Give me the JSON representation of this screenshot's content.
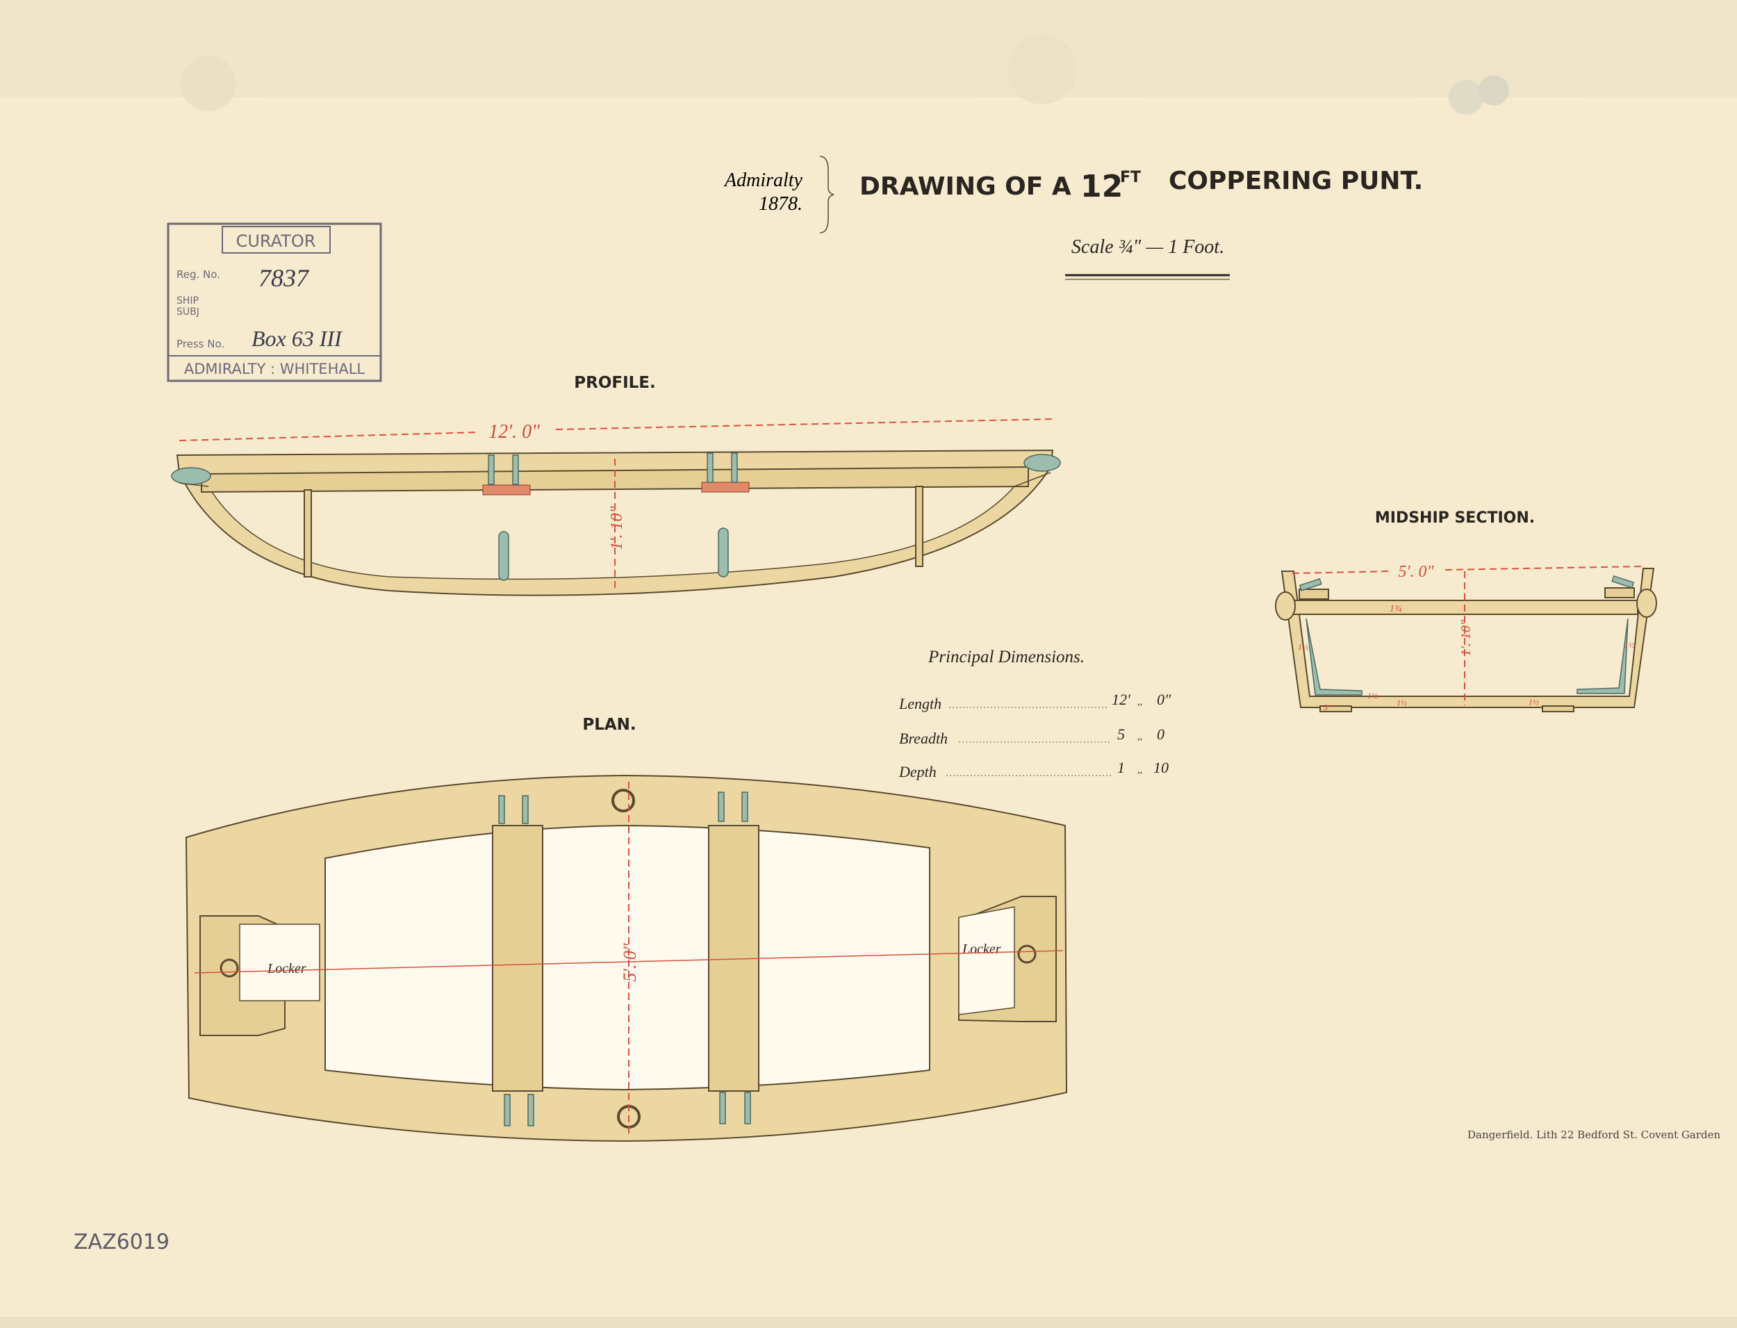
{
  "header": {
    "authority": "Admiralty",
    "year": "1878.",
    "title_prefix": "DRAWING OF A",
    "title_size": "12",
    "title_unit": "FT",
    "title_suffix": "COPPERING PUNT.",
    "scale": "Scale ¾\" — 1 Foot."
  },
  "stamp": {
    "heading": "CURATOR",
    "reg_label": "Reg. No.",
    "reg_value": "7837",
    "ship_label": "SHIP",
    "subj_label": "SUBJ",
    "press_label": "Press No.",
    "press_value": "Box 63 III",
    "footer": "ADMIRALTY : WHITEHALL"
  },
  "views": {
    "profile": {
      "label": "PROFILE.",
      "length_dim": "12'. 0\"",
      "depth_dim": "1'. 10\""
    },
    "plan": {
      "label": "PLAN.",
      "breadth_dim": "5'. 0\"",
      "locker_label": "Locker"
    },
    "midship": {
      "label": "MIDSHIP SECTION.",
      "breadth_dim": "5'. 0\"",
      "depth_dim": "1'. 10\"",
      "scantlings": [
        "1¾",
        "1½",
        "1⅛",
        "1½",
        "1½",
        "1½",
        "3\""
      ]
    }
  },
  "dimensions": {
    "heading": "Principal Dimensions.",
    "rows": [
      {
        "label": "Length",
        "feet": "12'",
        "sep": ",,",
        "inches": "0\""
      },
      {
        "label": "Breadth",
        "feet": "5",
        "sep": ",,",
        "inches": "0"
      },
      {
        "label": "Depth",
        "feet": "1",
        "sep": ",,",
        "inches": "10"
      }
    ]
  },
  "printer": "Dangerfield. Lith 22 Bedford St. Covent Garden",
  "catalogue_id": "ZAZ6019",
  "colors": {
    "paper": "#f6ebcf",
    "wood": "#ecd7a2",
    "dimension_red": "#d24a3a",
    "copper": "#9cbcae"
  }
}
